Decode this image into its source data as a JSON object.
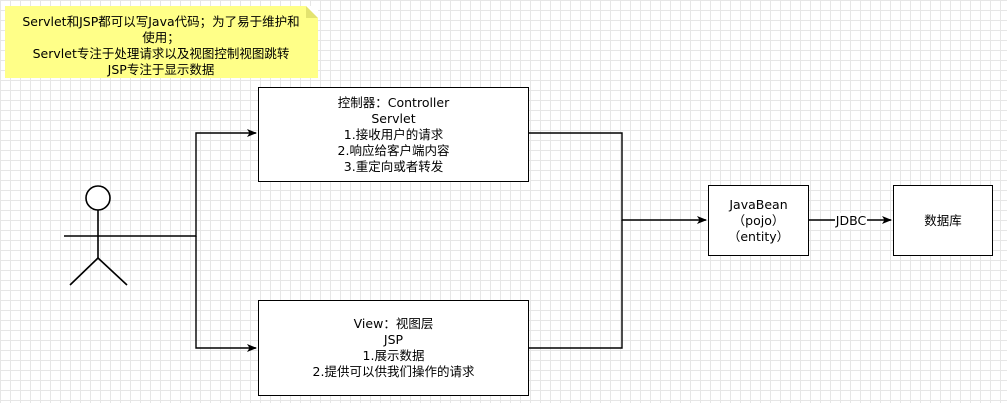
{
  "note": {
    "lines": [
      "Servlet和JSP都可以写Java代码；为了易于维护和",
      "使用；",
      "Servlet专注于处理请求以及视图控制视图跳转",
      "JSP专注于显示数据"
    ]
  },
  "controller": {
    "lines": [
      "控制器：Controller",
      "Servlet",
      "1.接收用户的请求",
      "2.响应给客户端内容",
      "3.重定向或者转发"
    ]
  },
  "view": {
    "lines": [
      "View：视图层",
      "JSP",
      "1.展示数据",
      "2.提供可以供我们操作的请求"
    ]
  },
  "javabean": {
    "lines": [
      "JavaBean",
      "（pojo）",
      "（entity）"
    ]
  },
  "database": {
    "label": "数据库"
  },
  "edge": {
    "jdbc_label": "JDBC"
  }
}
